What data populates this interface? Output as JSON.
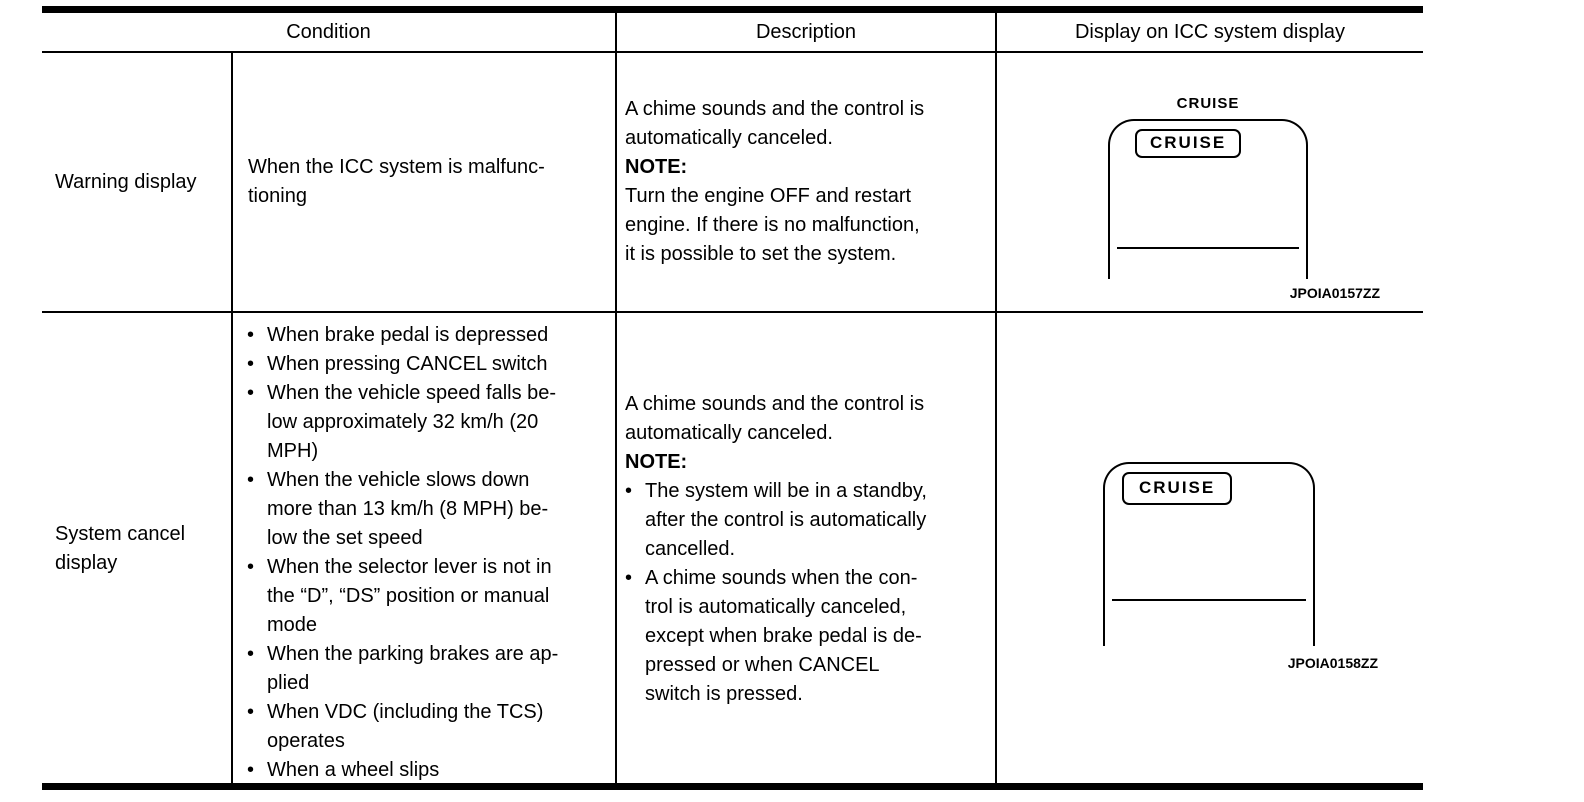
{
  "glyphs": {
    "bullet": "•"
  },
  "colors": {
    "ink": "#000000",
    "paper": "#ffffff"
  },
  "table": {
    "headers": {
      "condition": "Condition",
      "description": "Description",
      "display": "Display on ICC system display"
    },
    "rows": [
      {
        "label": "Warning display",
        "condition": "When the ICC system is malfunc-\ntioning",
        "description": {
          "intro": "A chime sounds and the control is\nautomatically canceled.",
          "note_label": "NOTE:",
          "note_text": "Turn the engine OFF and restart\nengine. If there is no malfunction,\nit is possible to set the system."
        },
        "display": {
          "top_label": "CRUISE",
          "indicator": "CRUISE",
          "caption": "JPOIA0157ZZ"
        }
      },
      {
        "label": "System cancel\ndisplay",
        "condition_bullets": [
          "When brake pedal is depressed",
          "When pressing CANCEL switch",
          "When the vehicle speed falls be-\nlow approximately 32 km/h (20\nMPH)",
          "When the vehicle slows down\nmore than 13 km/h (8 MPH) be-\nlow the set speed",
          "When the selector lever is not in\nthe “D”, “DS” position or manual\nmode",
          "When the parking brakes are ap-\nplied",
          "When VDC (including the TCS)\noperates",
          "When a wheel slips"
        ],
        "description": {
          "intro": "A chime sounds and the control is\nautomatically canceled.",
          "note_label": "NOTE:",
          "note_bullets": [
            "The system will be in a standby,\nafter the control is automatically\ncancelled.",
            "A chime sounds when the con-\ntrol is automatically canceled,\nexcept when brake pedal is de-\npressed or when CANCEL\nswitch is pressed."
          ]
        },
        "display": {
          "indicator": "CRUISE",
          "caption": "JPOIA0158ZZ"
        }
      }
    ]
  }
}
